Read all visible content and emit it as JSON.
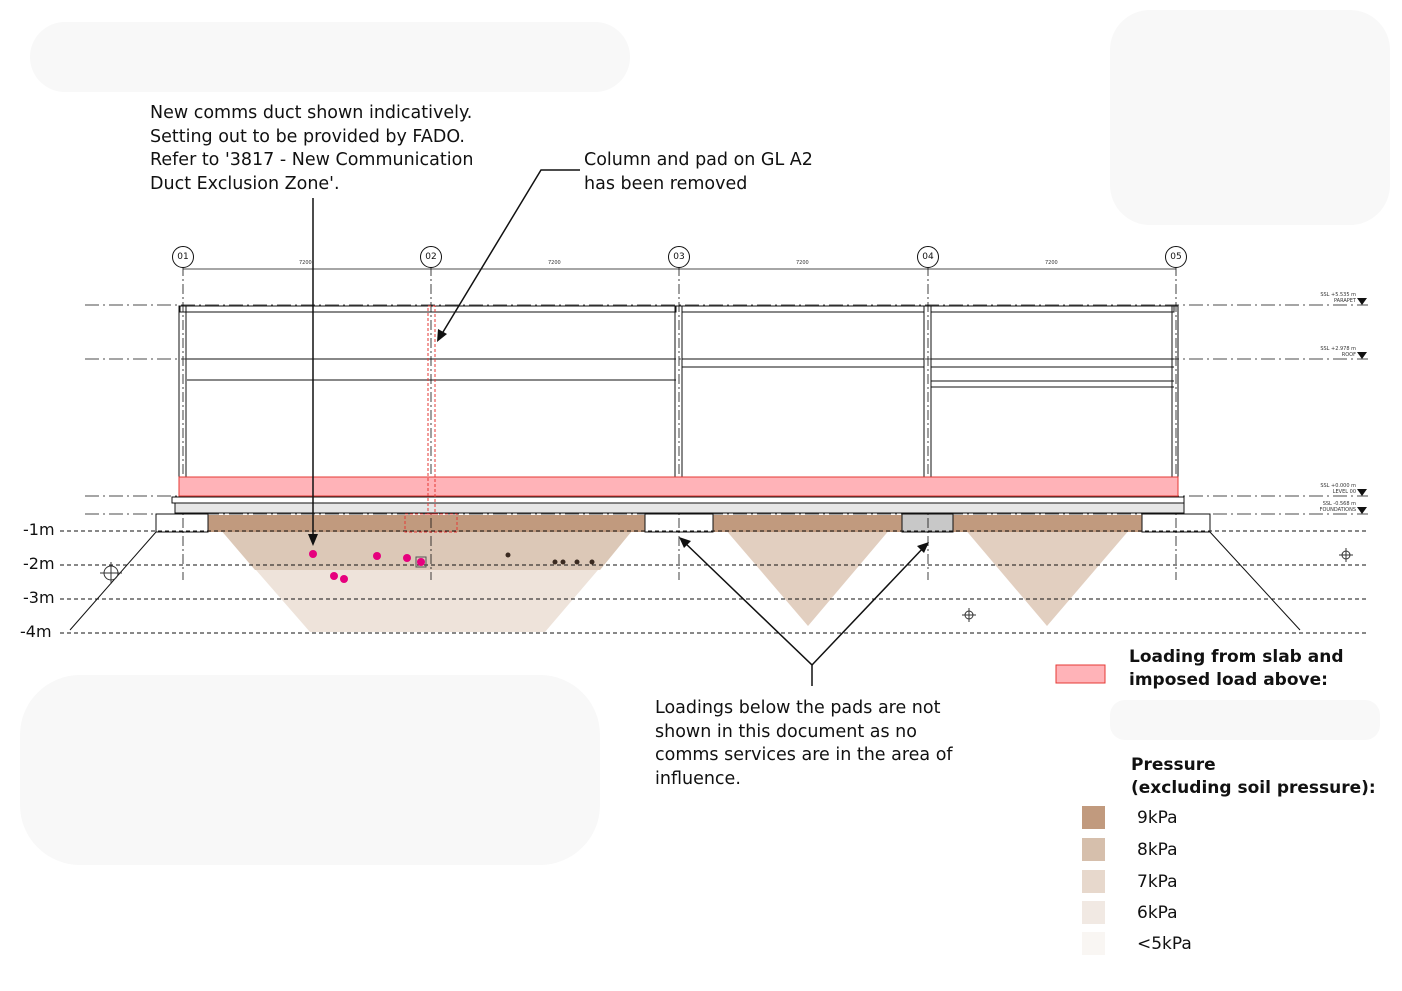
{
  "notes": {
    "comms_duct": "New comms duct shown indicatively.\nSetting out to be provided by FADO.\nRefer to '3817 - New Communication\nDuct Exclusion Zone'.",
    "column_removed": "Column and pad on GL A2\nhas been removed",
    "loadings_below": "Loadings below the pads are not\nshown in this document as no\ncomms services are in the area of\ninfluence."
  },
  "grid": {
    "labels": [
      "01",
      "02",
      "03",
      "04",
      "05"
    ],
    "spacings": [
      "7200",
      "7200",
      "7200",
      "7200"
    ]
  },
  "levels": [
    {
      "ssl": "SSL +5.535 m",
      "name": "PARAPET"
    },
    {
      "ssl": "SSL +2.978 m",
      "name": "ROOF"
    },
    {
      "ssl": "SSL +0.000 m",
      "name": "LEVEL 00"
    },
    {
      "ssl": "SSL -0.568 m",
      "name": "FOUNDATIONS"
    }
  ],
  "depths": [
    "-1m",
    "-2m",
    "-3m",
    "-4m"
  ],
  "legend": {
    "slab_load_title": "Loading from slab and\nimposed load above:",
    "slab_load_color": "#ffb3b8",
    "pressure_title": "Pressure\n(excluding soil pressure):",
    "items": [
      {
        "label": "9kPa",
        "color": "#c19a7e"
      },
      {
        "label": "8kPa",
        "color": "#d6bfac"
      },
      {
        "label": "7kPa",
        "color": "#e7d8cc"
      },
      {
        "label": "6kPa",
        "color": "#f1e9e3"
      },
      {
        "label": "<5kPa",
        "color": "#f9f6f3"
      }
    ]
  },
  "colors": {
    "services": "#e6007e",
    "removed_column": "#e53935",
    "line": "#111111"
  }
}
